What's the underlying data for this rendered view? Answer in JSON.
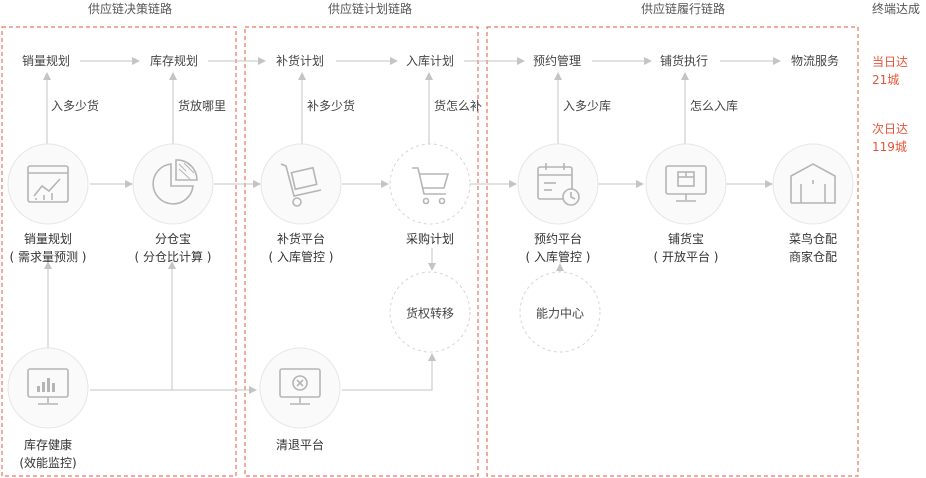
{
  "sections": {
    "decision": "供应链决策链路",
    "planning": "供应链计划链路",
    "fulfillment": "供应链履行链路",
    "endpoint": "终端达成"
  },
  "top_row": {
    "sales_plan": "销量规划",
    "inventory_plan": "库存规划",
    "replenish_plan": "补货计划",
    "inbound_plan": "入库计划",
    "booking_mgmt": "预约管理",
    "distribution_exec": "铺货执行",
    "logistics_service": "物流服务"
  },
  "questions": {
    "how_much_in": "入多少货",
    "where_stock": "货放哪里",
    "how_much_replenish": "补多少货",
    "how_replenish": "货怎么补",
    "how_much_warehouse": "入多少库",
    "how_warehouse": "怎么入库"
  },
  "nodes": {
    "sales_plan_sys": {
      "name": "销量规划",
      "sub": "( 需求量预测 )"
    },
    "split_warehouse": {
      "name": "分仓宝",
      "sub": "( 分仓比计算 )"
    },
    "replenish_platform": {
      "name": "补货平台",
      "sub": "( 入库管控 )"
    },
    "purchase_plan": {
      "name": "采购计划"
    },
    "booking_platform": {
      "name": "预约平台",
      "sub": "( 入库管控 )"
    },
    "distribution_bao": {
      "name": "铺货宝",
      "sub": "( 开放平台 )"
    },
    "cainiao": {
      "name": "菜鸟仓配",
      "sub": "商家仓配"
    },
    "inventory_health": {
      "name": "库存健康",
      "sub": "(效能监控)"
    },
    "clearance_platform": {
      "name": "清退平台"
    }
  },
  "circles": {
    "goods_transfer": "货权转移",
    "capability_center": "能力中心"
  },
  "endpoint": {
    "same_day": "当日达",
    "same_day_count": "21城",
    "next_day": "次日达",
    "next_day_count": "119城"
  },
  "colors": {
    "dashed_box": "#e8553a",
    "accent_text": "#e8553a",
    "arrow": "#bdbdbd",
    "icon": "#b5b5b5",
    "circle_border": "#dddddd"
  }
}
